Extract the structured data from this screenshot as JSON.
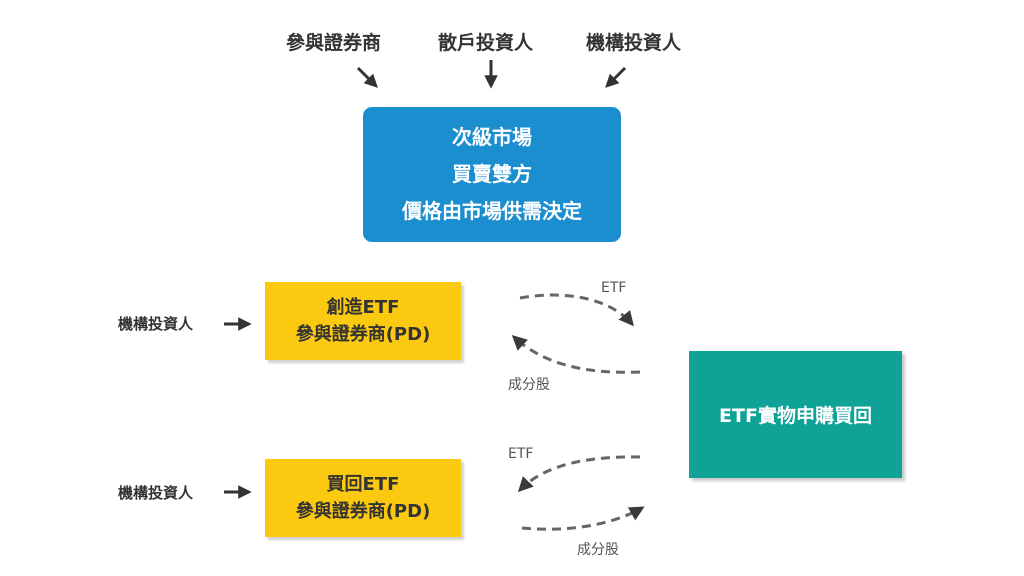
{
  "top_sources": {
    "dealers": "參與證券商",
    "retail": "散戶投資人",
    "institutional": "機構投資人"
  },
  "secondary_market": {
    "line1": "次級市場",
    "line2": "買賣雙方",
    "line3": "價格由市場供需決定"
  },
  "creation": {
    "investor": "機構投資人",
    "line1": "創造ETF",
    "line2": "參與證券商(PD)",
    "flow_out": "ETF",
    "flow_in": "成分股"
  },
  "redemption": {
    "investor": "機構投資人",
    "line1": "買回ETF",
    "line2": "參與證券商(PD)",
    "flow_in": "ETF",
    "flow_out": "成分股"
  },
  "etf_center": {
    "label": "ETF實物申購買回"
  },
  "colors": {
    "blue": "#1b8ed0",
    "yellow": "#fbc910",
    "teal": "#0fa397",
    "arrow": "#333333",
    "dashed": "#666666"
  }
}
